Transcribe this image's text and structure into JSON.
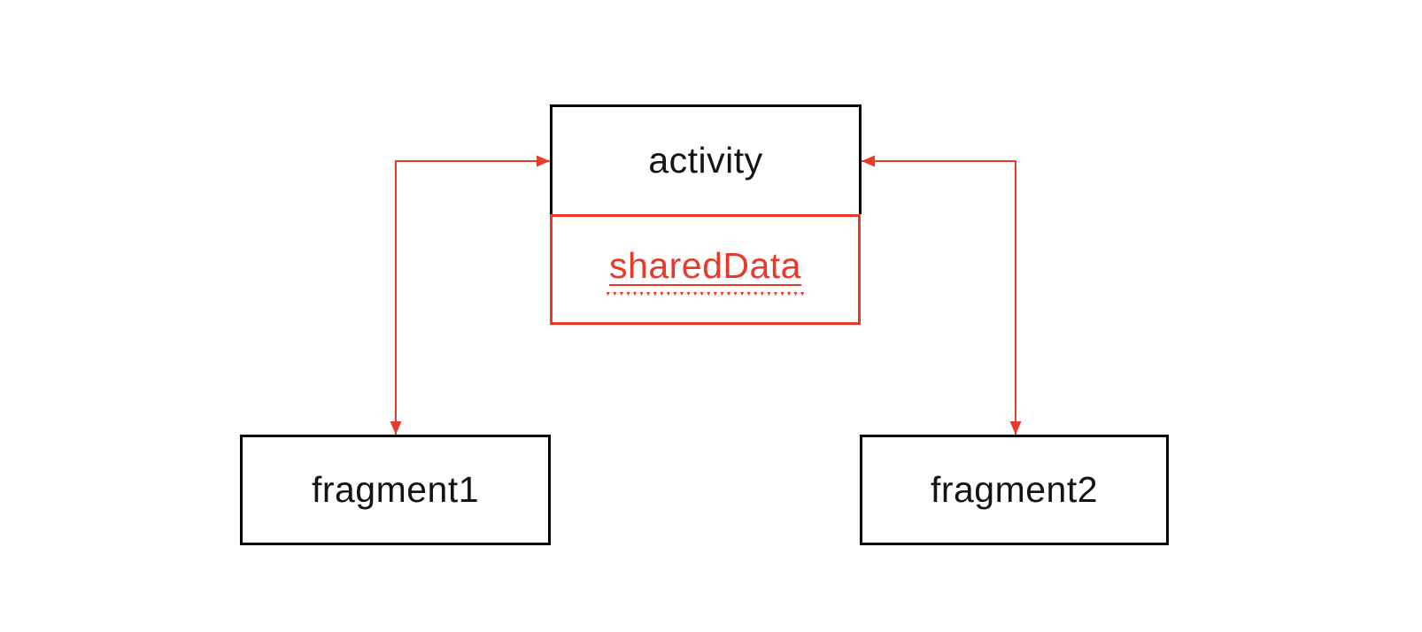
{
  "colors": {
    "accent_red": "#e8392b",
    "border_black": "#000000",
    "text_black": "#141414",
    "background": "#ffffff"
  },
  "nodes": {
    "activity": {
      "label": "activity"
    },
    "shared_data": {
      "label": "sharedData"
    },
    "fragment1": {
      "label": "fragment1"
    },
    "fragment2": {
      "label": "fragment2"
    }
  },
  "connectors": [
    {
      "name": "activity-fragment1",
      "between": [
        "activity",
        "fragment1"
      ],
      "shape": "elbow",
      "arrowheads": "both-ends"
    },
    {
      "name": "activity-fragment2",
      "between": [
        "activity",
        "fragment2"
      ],
      "shape": "elbow",
      "arrowheads": "both-ends"
    }
  ]
}
